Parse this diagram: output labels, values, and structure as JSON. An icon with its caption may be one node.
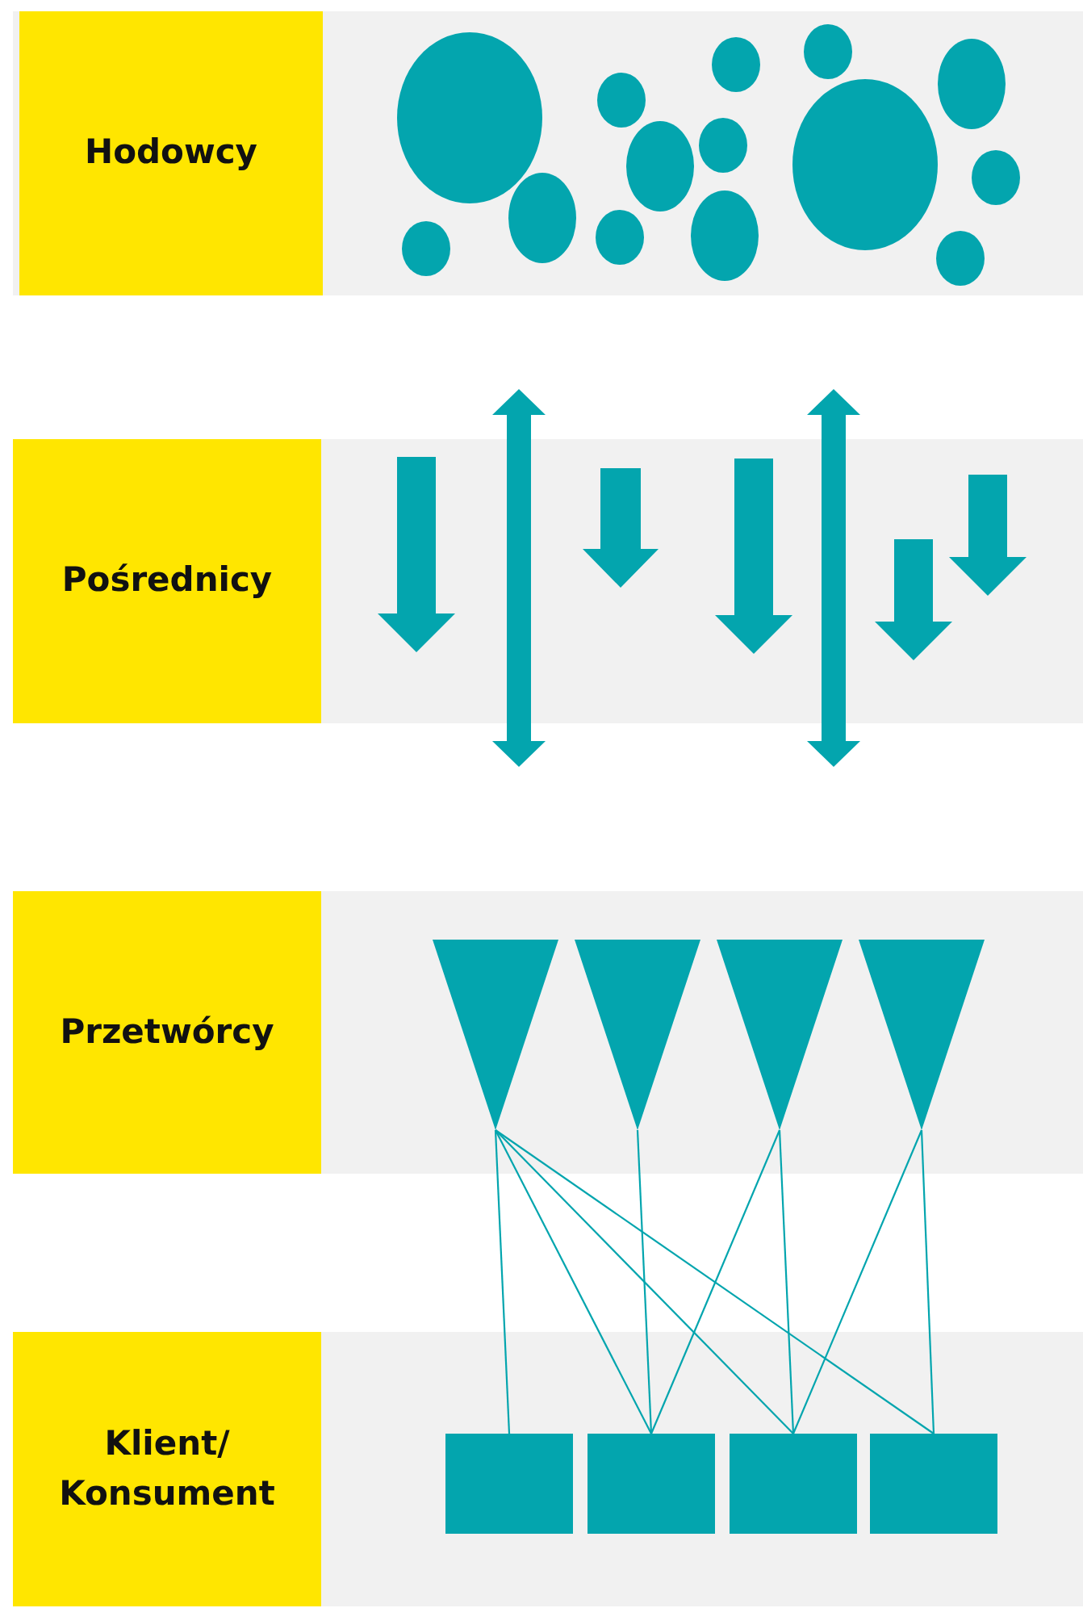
{
  "diagram": {
    "nodes": [
      {
        "text": [
          "Hodowcy"
        ]
      },
      {
        "text": [],
        "shape": "circle"
      },
      {
        "text": [],
        "shape": "circle"
      },
      {
        "text": [],
        "shape": "circle"
      },
      {
        "text": [],
        "shape": "circle"
      },
      {
        "text": [],
        "shape": "circle"
      },
      {
        "text": [],
        "shape": "circle"
      },
      {
        "text": [],
        "shape": "circle"
      },
      {
        "text": [],
        "shape": "circle"
      },
      {
        "text": [],
        "shape": "circle"
      },
      {
        "text": [],
        "shape": "circle"
      },
      {
        "text": [],
        "shape": "circle"
      },
      {
        "text": [],
        "shape": "circle"
      },
      {
        "text": [],
        "shape": "circle"
      },
      {
        "text": [],
        "shape": "circle"
      },
      {
        "text": [
          "Pośrednicy"
        ]
      },
      {
        "text": [
          "Przetwórcy"
        ]
      },
      {
        "text": [],
        "shape": "triangle"
      },
      {
        "text": [],
        "shape": "triangle"
      },
      {
        "text": [],
        "shape": "triangle"
      },
      {
        "text": [],
        "shape": "triangle"
      },
      {
        "text": [
          "Klient/ Konsument"
        ]
      },
      {
        "text": [],
        "shape": "box"
      },
      {
        "text": [],
        "shape": "box"
      },
      {
        "text": [],
        "shape": "box"
      },
      {
        "text": [],
        "shape": "box"
      }
    ],
    "edges": [
      {
        "from": 17,
        "to": 22,
        "arrow": "none"
      },
      {
        "from": 17,
        "to": 23,
        "arrow": "none"
      },
      {
        "from": 17,
        "to": 24,
        "arrow": "none"
      },
      {
        "from": 17,
        "to": 25,
        "arrow": "none"
      },
      {
        "from": 18,
        "to": 23,
        "arrow": "none"
      },
      {
        "from": 19,
        "to": 23,
        "arrow": "none"
      },
      {
        "from": 19,
        "to": 24,
        "arrow": "none"
      },
      {
        "from": 20,
        "to": 24,
        "arrow": "none"
      },
      {
        "from": 20,
        "to": 25,
        "arrow": "none"
      }
    ]
  }
}
